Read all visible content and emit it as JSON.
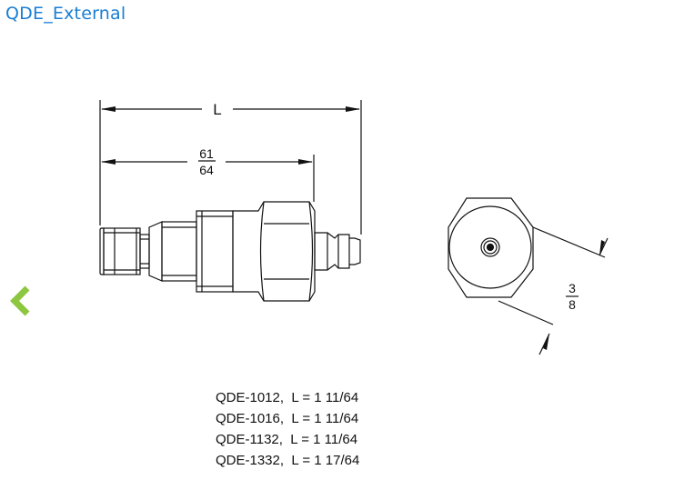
{
  "page": {
    "title": "QDE_External"
  },
  "navigation": {
    "prev_icon": "chevron-left-icon",
    "accent_color": "#8dc63f"
  },
  "drawing": {
    "overall_length_label": "L",
    "body_length_fraction": {
      "numerator": "61",
      "denominator": "64"
    },
    "hex_size_fraction": {
      "numerator": "3",
      "denominator": "8"
    }
  },
  "models": [
    {
      "text": "QDE-1012,  L = 1 11/64"
    },
    {
      "text": "QDE-1016,  L = 1 11/64"
    },
    {
      "text": "QDE-1132,  L = 1 11/64"
    },
    {
      "text": "QDE-1332,  L = 1 17/64"
    }
  ],
  "colors": {
    "title": "#1a7ed3",
    "line": "#111111"
  }
}
